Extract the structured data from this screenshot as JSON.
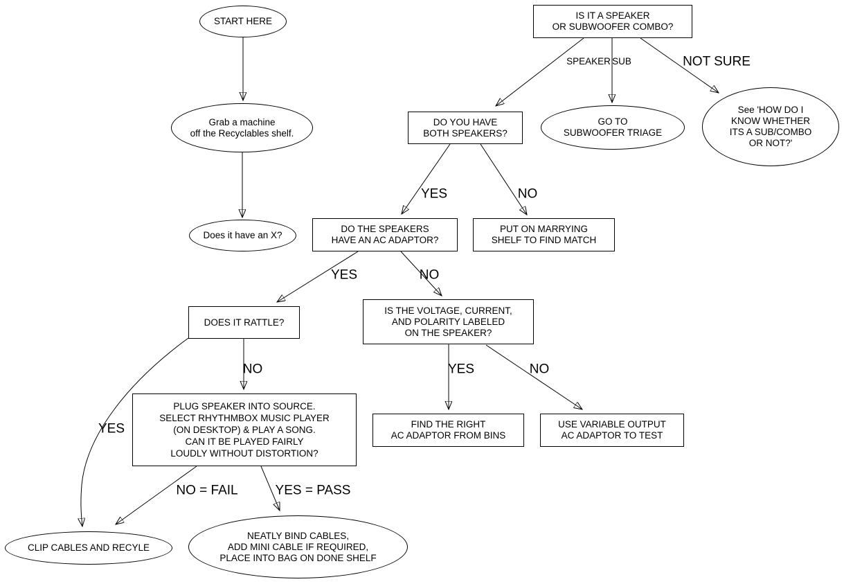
{
  "diagram": {
    "description": "Speaker triage flowchart",
    "colors": {
      "stroke": "#000000",
      "background": "#ffffff",
      "text": "#000000"
    },
    "nodes": {
      "start": {
        "shape": "ellipse",
        "label": "START HERE"
      },
      "grab": {
        "shape": "ellipse",
        "label": "Grab a machine\noff the Recyclables shelf."
      },
      "x_check": {
        "shape": "ellipse",
        "label": "Does it have an X?"
      },
      "combo_q": {
        "shape": "rect",
        "label": "IS IT A SPEAKER\nOR SUBWOOFER COMBO?"
      },
      "go_sub": {
        "shape": "ellipse",
        "label": "GO TO\nSUBWOOFER TRIAGE"
      },
      "see_how": {
        "shape": "ellipse",
        "label": "See 'HOW DO I\nKNOW WHETHER\nITS A SUB/COMBO\nOR NOT?'"
      },
      "both_q": {
        "shape": "rect",
        "label": "DO YOU HAVE\nBOTH SPEAKERS?"
      },
      "adaptor_q": {
        "shape": "rect",
        "label": "DO THE SPEAKERS\nHAVE AN AC ADAPTOR?"
      },
      "marry": {
        "shape": "rect",
        "label": "PUT ON MARRYING\nSHELF TO FIND MATCH"
      },
      "rattle_q": {
        "shape": "rect",
        "label": "DOES IT RATTLE?"
      },
      "voltage_q": {
        "shape": "rect",
        "label": "IS THE VOLTAGE, CURRENT,\nAND POLARITY LABELED\nON THE SPEAKER?"
      },
      "plug": {
        "shape": "rect",
        "label": "PLUG SPEAKER INTO SOURCE.\nSELECT RHYTHMBOX MUSIC PLAYER\n(ON DESKTOP) & PLAY A SONG.\nCAN IT BE PLAYED FAIRLY\nLOUDLY WITHOUT DISTORTION?"
      },
      "find_adaptor": {
        "shape": "rect",
        "label": "FIND THE RIGHT\nAC ADAPTOR FROM BINS"
      },
      "variable_adaptor": {
        "shape": "rect",
        "label": "USE VARIABLE OUTPUT\nAC ADAPTOR TO TEST"
      },
      "clip": {
        "shape": "ellipse",
        "label": "CLIP CABLES AND RECYLE"
      },
      "neatly": {
        "shape": "ellipse",
        "label": "NEATLY BIND CABLES,\nADD MINI CABLE IF REQUIRED,\nPLACE INTO BAG ON DONE SHELF"
      }
    },
    "edge_labels": {
      "speaker": "SPEAKER",
      "sub": "SUB",
      "not_sure": "NOT SURE",
      "yes_both": "YES",
      "no_both": "NO",
      "yes_adaptor": "YES",
      "no_adaptor": "NO",
      "yes_rattle": "YES",
      "no_rattle": "NO",
      "yes_voltage": "YES",
      "no_voltage": "NO",
      "no_fail": "NO = FAIL",
      "yes_pass": "YES = PASS"
    },
    "edges": [
      {
        "from": "start",
        "to": "grab",
        "label": ""
      },
      {
        "from": "grab",
        "to": "x_check",
        "label": ""
      },
      {
        "from": "combo_q",
        "to": "both_q",
        "label": "SPEAKER"
      },
      {
        "from": "combo_q",
        "to": "go_sub",
        "label": "SUB"
      },
      {
        "from": "combo_q",
        "to": "see_how",
        "label": "NOT SURE"
      },
      {
        "from": "both_q",
        "to": "adaptor_q",
        "label": "YES"
      },
      {
        "from": "both_q",
        "to": "marry",
        "label": "NO"
      },
      {
        "from": "adaptor_q",
        "to": "rattle_q",
        "label": "YES"
      },
      {
        "from": "adaptor_q",
        "to": "voltage_q",
        "label": "NO"
      },
      {
        "from": "rattle_q",
        "to": "clip",
        "label": "YES"
      },
      {
        "from": "rattle_q",
        "to": "plug",
        "label": "NO"
      },
      {
        "from": "voltage_q",
        "to": "find_adaptor",
        "label": "YES"
      },
      {
        "from": "voltage_q",
        "to": "variable_adaptor",
        "label": "NO"
      },
      {
        "from": "plug",
        "to": "clip",
        "label": "NO = FAIL"
      },
      {
        "from": "plug",
        "to": "neatly",
        "label": "YES = PASS"
      }
    ]
  }
}
